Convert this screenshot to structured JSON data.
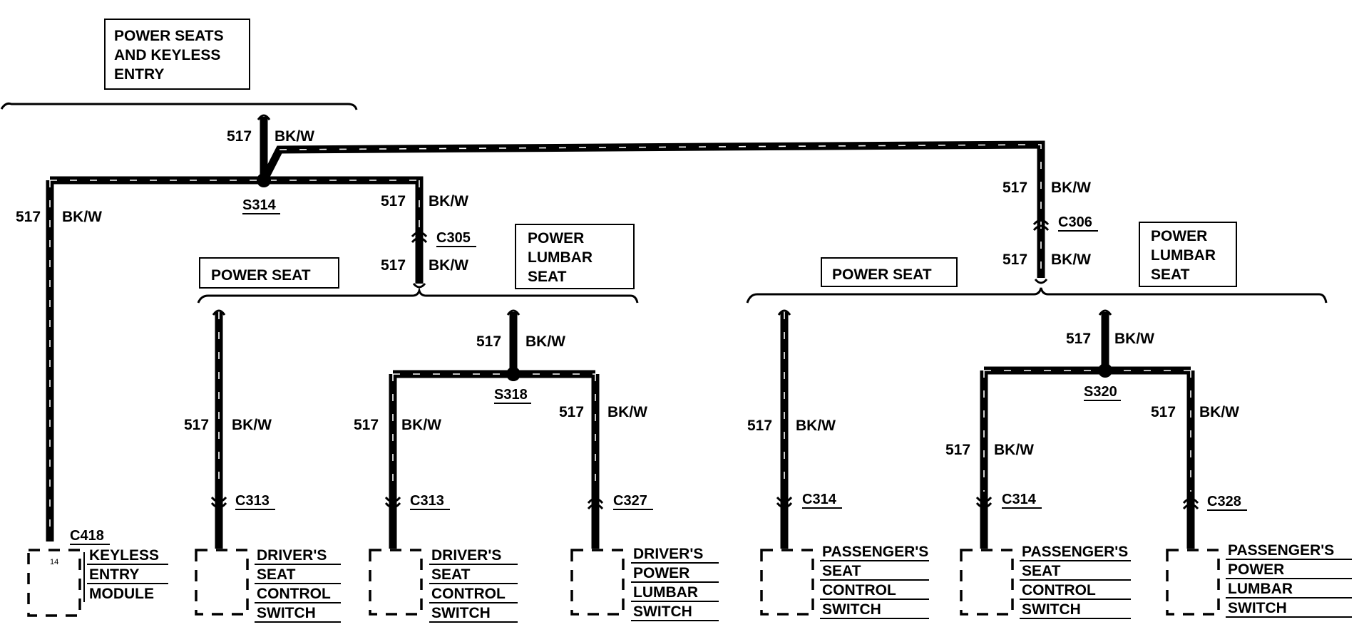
{
  "header_boxes": {
    "power_seats_keyless": [
      "POWER SEATS",
      "AND KEYLESS",
      "ENTRY"
    ],
    "power_seat_left": "POWER SEAT",
    "power_lumbar_left": [
      "POWER",
      "LUMBAR",
      "SEAT"
    ],
    "power_seat_right": "POWER SEAT",
    "power_lumbar_right": [
      "POWER",
      "LUMBAR",
      "SEAT"
    ]
  },
  "circuit": {
    "number": "517",
    "color": "BK/W"
  },
  "splices": [
    "S314",
    "S318",
    "S320"
  ],
  "connectors": [
    "C305",
    "C306",
    "C313",
    "C313",
    "C327",
    "C314",
    "C314",
    "C328",
    "C418"
  ],
  "pin_number": "14",
  "components": {
    "keyless_entry": [
      "KEYLESS",
      "ENTRY",
      "MODULE"
    ],
    "drivers_seat_1": [
      "DRIVER'S",
      "SEAT",
      "CONTROL",
      "SWITCH"
    ],
    "drivers_seat_2": [
      "DRIVER'S",
      "SEAT",
      "CONTROL",
      "SWITCH"
    ],
    "drivers_lumbar": [
      "DRIVER'S",
      "POWER",
      "LUMBAR",
      "SWITCH"
    ],
    "passengers_seat_1": [
      "PASSENGER'S",
      "SEAT",
      "CONTROL",
      "SWITCH"
    ],
    "passengers_seat_2": [
      "PASSENGER'S",
      "SEAT",
      "CONTROL",
      "SWITCH"
    ],
    "passengers_lumbar": [
      "PASSENGER'S",
      "POWER",
      "LUMBAR",
      "SWITCH"
    ]
  }
}
